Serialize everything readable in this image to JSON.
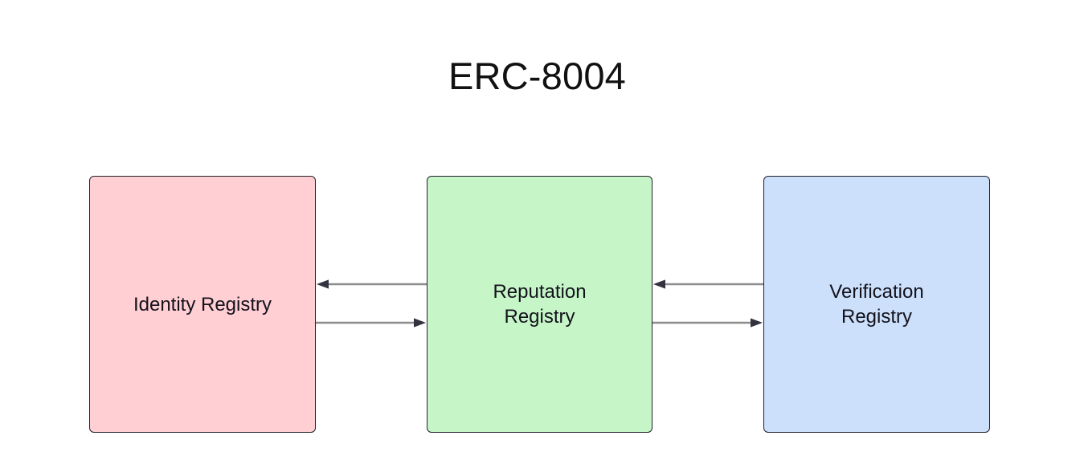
{
  "diagram": {
    "title": "ERC-8004",
    "background_color": "#ffffff",
    "type": "flowchart",
    "orientation": "left-to-right",
    "nodes": [
      {
        "id": "identity",
        "label": "Identity Registry",
        "fill_color": "#ffcfd4",
        "border_color": "#22202b",
        "text_color": "#14121c"
      },
      {
        "id": "reputation",
        "label": "Reputation\nRegistry",
        "fill_color": "#c6f6c8",
        "border_color": "#22202b",
        "text_color": "#14121c"
      },
      {
        "id": "verification",
        "label": "Verification\nRegistry",
        "fill_color": "#cce0fb",
        "border_color": "#22202b",
        "text_color": "#14121c"
      }
    ],
    "edges": [
      {
        "id": "reputation-to-identity",
        "from": "reputation",
        "to": "identity",
        "direction": "left",
        "label": "",
        "line_color": "#8c8c8c",
        "arrowhead_color": "#333340"
      },
      {
        "id": "identity-to-reputation",
        "from": "identity",
        "to": "reputation",
        "direction": "right",
        "label": "",
        "line_color": "#8c8c8c",
        "arrowhead_color": "#333340"
      },
      {
        "id": "verification-to-reputation",
        "from": "verification",
        "to": "reputation",
        "direction": "left",
        "label": "",
        "line_color": "#8c8c8c",
        "arrowhead_color": "#333340"
      },
      {
        "id": "reputation-to-verification",
        "from": "reputation",
        "to": "verification",
        "direction": "right",
        "label": "",
        "line_color": "#8c8c8c",
        "arrowhead_color": "#333340"
      }
    ]
  }
}
